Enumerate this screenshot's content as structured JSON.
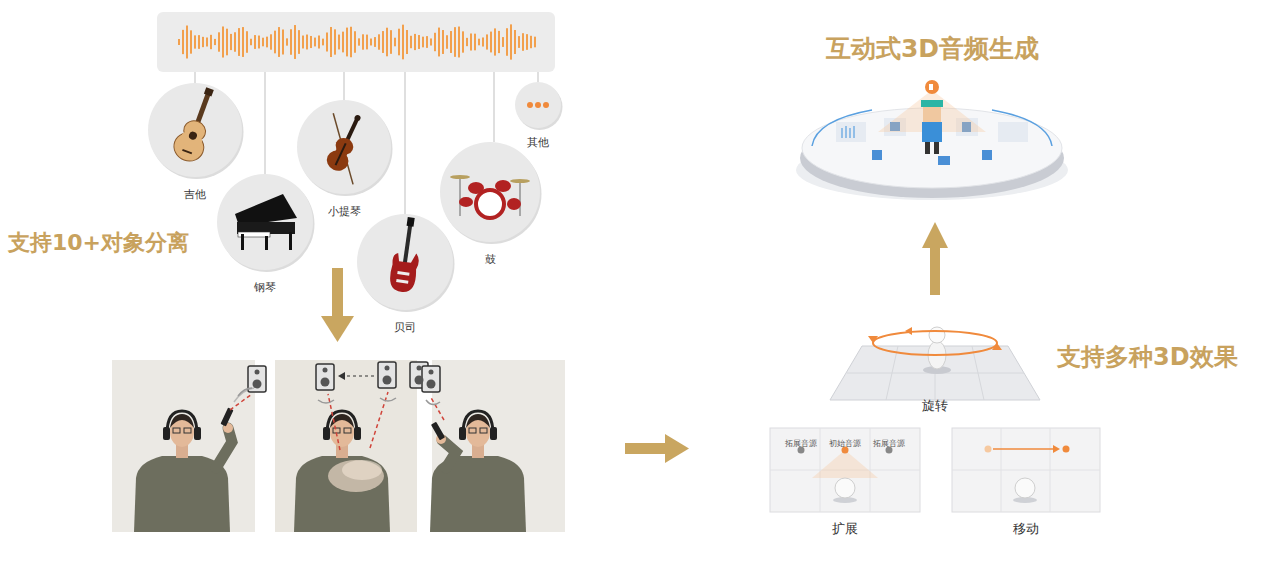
{
  "diagram": {
    "nodes": [
      {
        "text": [
          "吉他"
        ]
      },
      {
        "text": [
          "钢琴"
        ]
      },
      {
        "text": [
          "小提琴"
        ]
      },
      {
        "text": [
          "贝司"
        ]
      },
      {
        "text": [
          "鼓"
        ]
      },
      {
        "text": [
          "其他"
        ]
      },
      {
        "text": [
          "互动式3D音频生成"
        ]
      },
      {
        "text": [
          "旋转"
        ]
      },
      {
        "text": [
          "拓展音源",
          "初始音源",
          "拓展音源",
          "扩展"
        ]
      },
      {
        "text": [
          "移动"
        ]
      }
    ],
    "edges": [
      {
        "from": 7,
        "to": 6,
        "arrow": "to"
      }
    ],
    "labels": [
      "支持10+对象分离",
      "支持多种3D效果"
    ]
  }
}
